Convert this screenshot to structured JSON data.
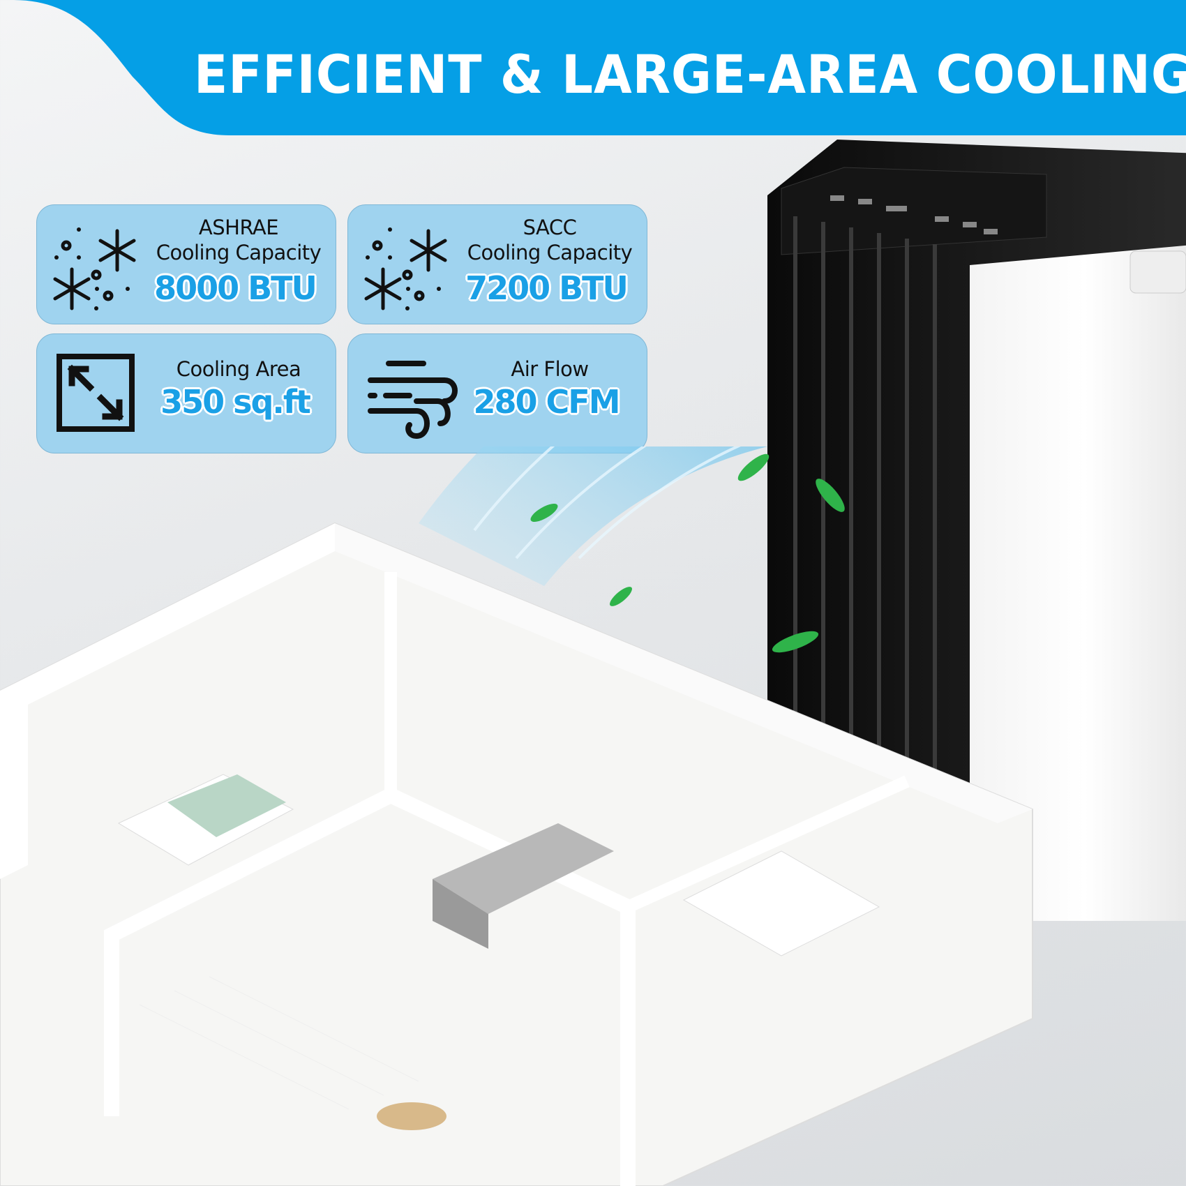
{
  "banner": {
    "title": "EFFICIENT & LARGE-AREA COOLING",
    "color": "#059fe6"
  },
  "specs": [
    {
      "icon": "snowflakes-icon",
      "label_line1": "ASHRAE",
      "label_line2": "Cooling Capacity",
      "value": "8000 BTU"
    },
    {
      "icon": "snowflakes-icon",
      "label_line1": "SACC",
      "label_line2": "Cooling Capacity",
      "value": "7200 BTU"
    },
    {
      "icon": "expand-arrows-icon",
      "label_line1": "Cooling Area",
      "value": "350 sq.ft"
    },
    {
      "icon": "wind-icon",
      "label_line1": "Air Flow",
      "value": "280 CFM"
    }
  ],
  "colors": {
    "card_bg": "#9fd3ef",
    "value_text": "#1aa0e6",
    "airflow": "#5cc4f0",
    "leaf": "#2fb34a"
  }
}
